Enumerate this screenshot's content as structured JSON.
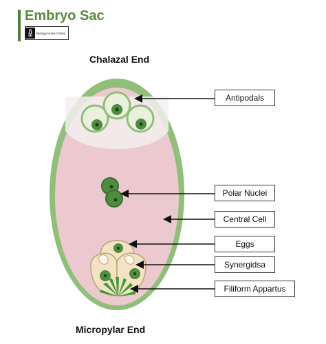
{
  "header": {
    "title": "Embryo Sac",
    "logo_text": "Biology Notes Online"
  },
  "headings": {
    "top": "Chalazal End",
    "bottom": "Micropylar End"
  },
  "labels": {
    "antipodals": "Antipodals",
    "polar_nuclei": "Polar Nuclei",
    "central_cell": "Central Cell",
    "eggs": "Eggs",
    "synergids": "Synergidsa",
    "filiform": "Filiform Appartus"
  },
  "colors": {
    "wall": "#8fbf78",
    "interior": "#ebc9cf",
    "cell_fill": "#e9f1dc",
    "nucleus": "#4e8c3e",
    "nucleolus": "#1f3a1a",
    "egg_fill": "#f3e2c4",
    "filiform": "#3f9a3a"
  }
}
